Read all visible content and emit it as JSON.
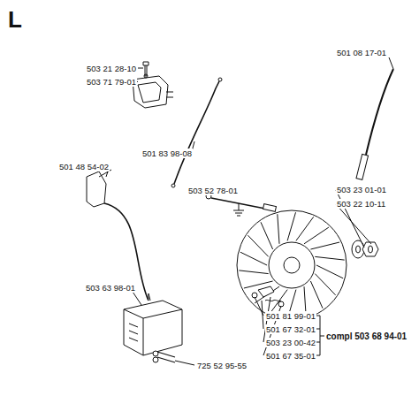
{
  "diagram": {
    "labels": [
      "L",
      "503 21 28-10",
      "503 71 79-01",
      "501 08 17-01",
      "501 83 98-08",
      "501 48 54-02",
      "503 52 78-01",
      "503 23 01-01",
      "503 22 10-11",
      "503 63 98-01",
      "725 52 95-55",
      "501 81 99-01",
      "501 67 32-01",
      "503 23 00-42",
      "501 67 35-01",
      "compl 503 68 94-01"
    ]
  }
}
